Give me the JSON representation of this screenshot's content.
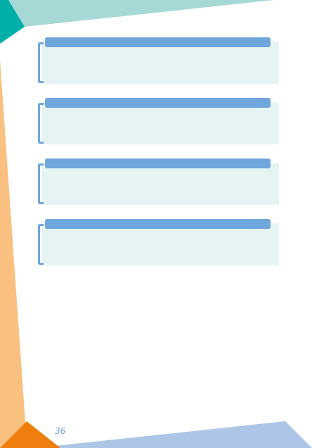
{
  "page": {
    "number": "36"
  },
  "blocks": [
    {
      "id": "block-1",
      "text": ""
    },
    {
      "id": "block-2",
      "text": ""
    },
    {
      "id": "block-3",
      "text": ""
    },
    {
      "id": "block-4",
      "text": ""
    }
  ],
  "colors": {
    "teal_light": "#a6d9d6",
    "teal_dark": "#00b0a8",
    "orange_light": "#f9c07f",
    "orange_dark": "#ef7e0e",
    "blue_bar": "#6fa6dc",
    "blue_footer": "#adc6e8",
    "panel_bg": "#e6f3f3"
  }
}
